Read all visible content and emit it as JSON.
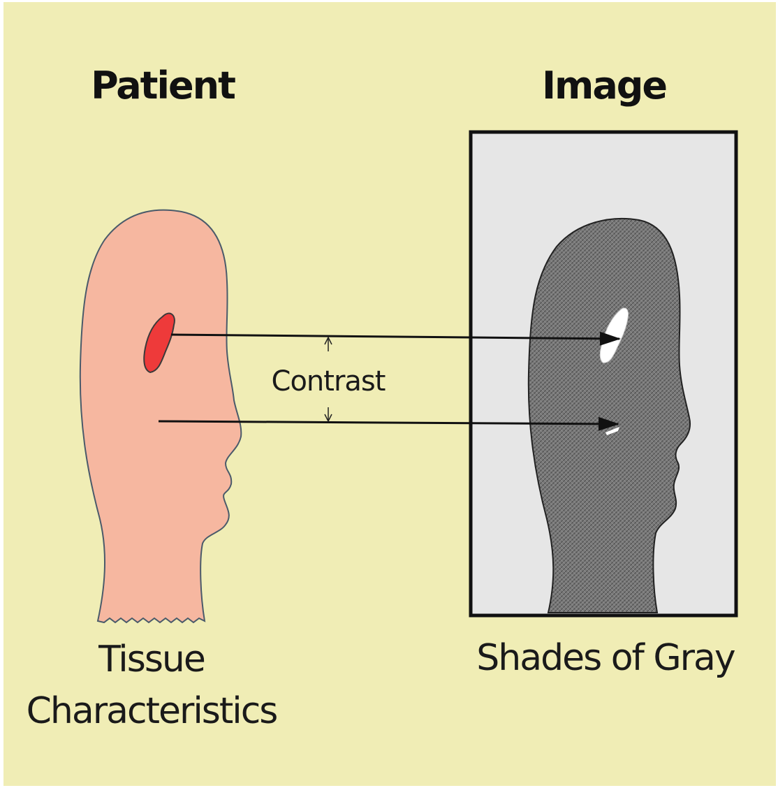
{
  "diagram": {
    "patient_label": "Patient",
    "image_label": "Image",
    "contrast_label": "Contrast",
    "tissue_label_line1": "Tissue",
    "tissue_label_line2": "Characteristics",
    "shades_label": "Shades of Gray"
  },
  "colors": {
    "background": "#f0edb5",
    "head_skin": "#f6b7a0",
    "lesion": "#ee3a3a",
    "image_frame_fill": "#e6e6e6",
    "image_head": "#6f6f6f",
    "bright_spot": "#ffffff"
  }
}
